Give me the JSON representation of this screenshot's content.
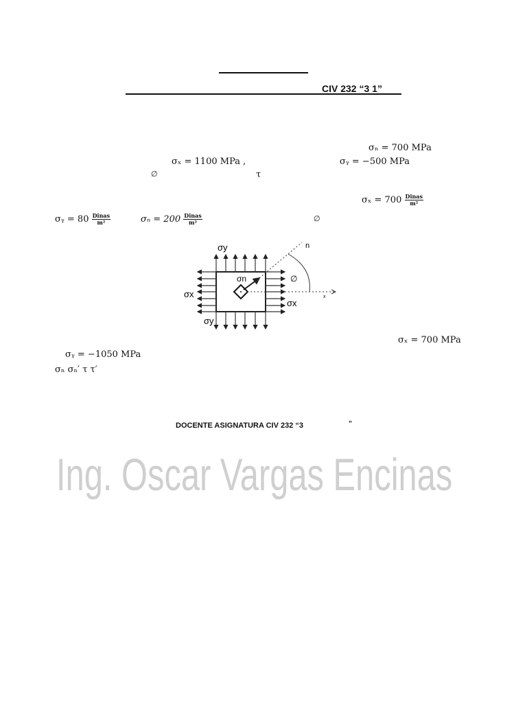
{
  "header": {
    "course": "CIV 232 “3   1”"
  },
  "problem1": {
    "sigma_n": "σₙ = 700 MPa",
    "sigma_x": "σₓ = 1100 MPa ,",
    "sigma_y": "σᵧ = −500 MPa",
    "phi": "∅",
    "tau": "τ"
  },
  "problem2": {
    "sigma_x": "σₓ = 700",
    "sigma_y": "σᵧ = 80",
    "sigma_n": "σₙ = 200",
    "unit_num": "Dinas",
    "unit_den": "m²",
    "phi": "∅"
  },
  "figure": {
    "sigma_y_top": "σy",
    "sigma_y_bottom": "σy",
    "sigma_x_left": "σx",
    "sigma_x_right": "σx",
    "sigma_n": "σn",
    "phi": "∅",
    "n_axis": "n",
    "x_axis": "x"
  },
  "watermark": "Ing. Oscar Vargas Encinas",
  "problem3": {
    "sigma_x": "σₓ = 700 MPa",
    "sigma_y": "σᵧ =  −1050 MPa",
    "unknowns": "σₙ  σₙ′  τ  τ′"
  },
  "footer": {
    "text": "DOCENTE ASIGNATURA CIV 232 “3",
    "close_quote": "”"
  }
}
